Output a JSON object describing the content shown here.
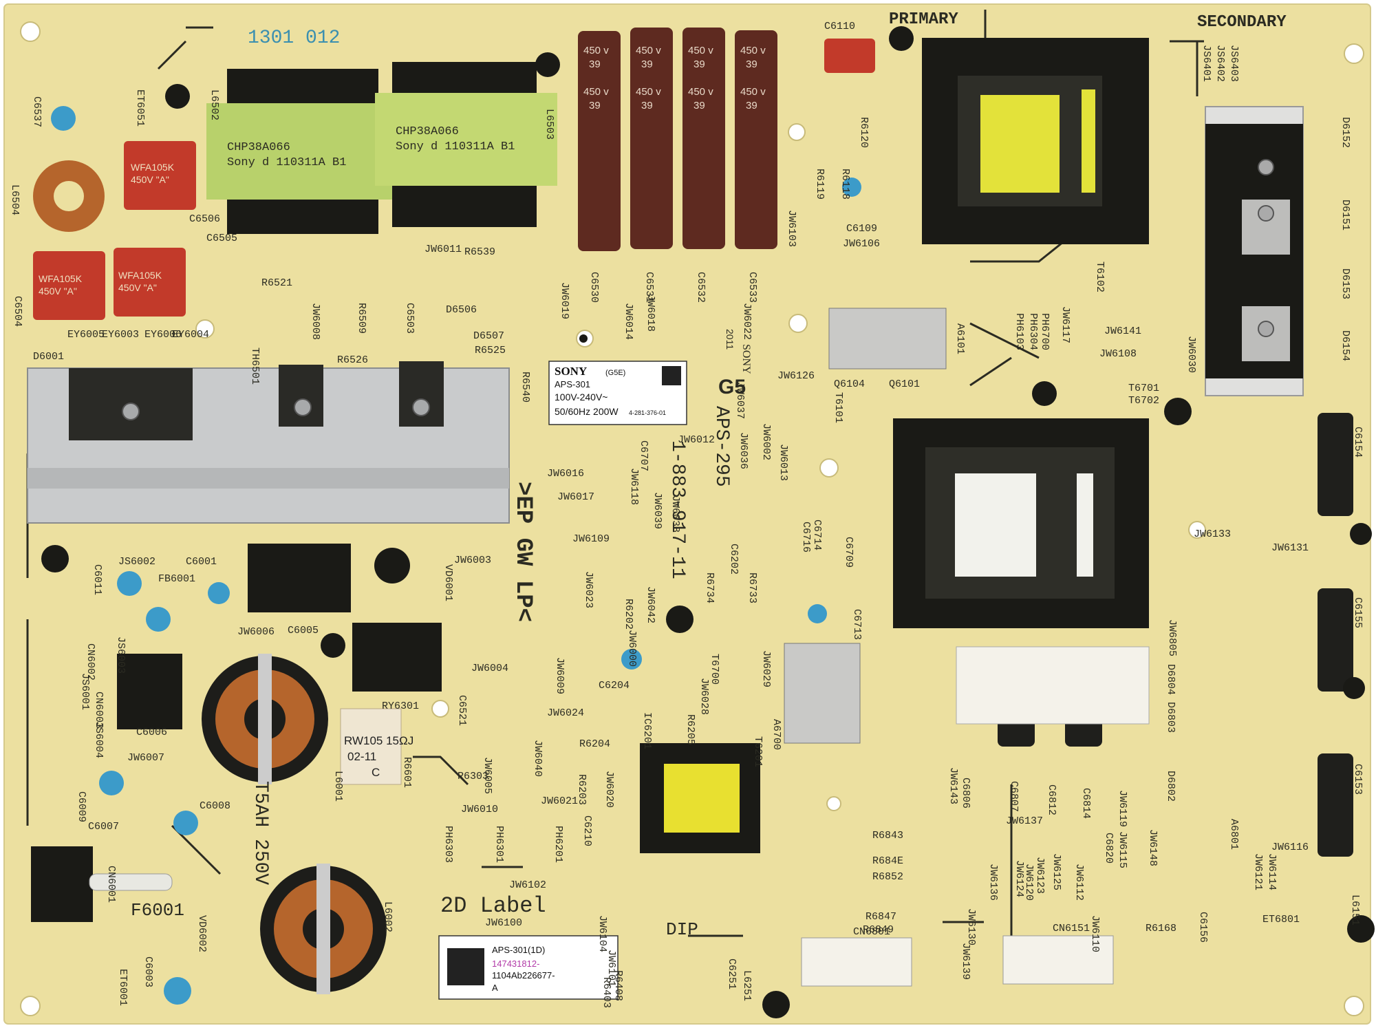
{
  "board": {
    "lot_stamp": "1301 012",
    "side_primary": "PRIMARY",
    "side_secondary": "SECONDARY",
    "model_vertical": "APS-295",
    "part_vertical": "1-883-917-11",
    "flow_text": ">EP GW LP<",
    "label_2d": "2D Label",
    "dip": "DIP",
    "fuse_id": "F6001",
    "fuse_rating": "T5AH 250V",
    "year": "2011",
    "g5": "G5",
    "sony_side": "SONY"
  },
  "transformers": [
    {
      "line1": "CHP38A066",
      "line2": "Sony d 110311A B1"
    },
    {
      "line1": "CHP38A066",
      "line2": "Sony d 110311A B1"
    }
  ],
  "caps_big": {
    "v": "450 v",
    "uf": "39"
  },
  "film_caps": [
    {
      "line1": "WFA105K",
      "line2": "450V \"A\""
    },
    {
      "line1": "WFA105K",
      "line2": "450V \"A\""
    },
    {
      "line1": "WFA105K",
      "line2": "450V \"A\""
    }
  ],
  "rating_label": {
    "brand": "SONY",
    "code": "(G5E)",
    "model": "APS-301",
    "voltage": "100V-240V~",
    "power": "50/60Hz 200W",
    "part_no": "4-281-376-01"
  },
  "barcode_label": {
    "model": "APS-301(1D)",
    "number": "147431812-",
    "serial": "1104Ab226677-",
    "suffix": "A"
  },
  "resistor": {
    "line1": "RW105 15ΩJ",
    "line2": "02-11",
    "line3": "C"
  },
  "refs": [
    "C6537",
    "C6506",
    "C6505",
    "C6504",
    "L6504",
    "L6502",
    "L6503",
    "ET6051",
    "JW6011",
    "R6521",
    "R6539",
    "D6506",
    "D6507",
    "R6526",
    "R6525",
    "R6540",
    "D6001",
    "EY6005",
    "EY6003",
    "EY6006",
    "EY6004",
    "TH6501",
    "JW6008",
    "R6509",
    "C6503",
    "JW6019",
    "JW6014",
    "JW6018",
    "C6530",
    "C6531",
    "C6532",
    "C6533",
    "JW6103",
    "JW6022",
    "C6110",
    "R6120",
    "R6119",
    "R6118",
    "C6109",
    "JW6106",
    "Q6104",
    "Q6101",
    "A6101",
    "PH6103",
    "PH6304",
    "PH6700",
    "JW6117",
    "JW6141",
    "JW6108",
    "T6102",
    "T6101",
    "T6701",
    "T6702",
    "JW6030",
    "JW6037",
    "JW6126",
    "JW6036",
    "JW6002",
    "JW6013",
    "JW6012",
    "C6707",
    "JW6016",
    "JW6017",
    "JW6118",
    "JW6039",
    "JW6038",
    "JW6109",
    "JW6023",
    "R6202",
    "JW6042",
    "JW6000",
    "R6734",
    "R6733",
    "C6716",
    "C6714",
    "C6709",
    "C6713",
    "C6202",
    "JW6003",
    "VD6001",
    "JS6002",
    "C6001",
    "C6011",
    "FB6001",
    "JW6006",
    "C6005",
    "JS6003",
    "JS6001",
    "CN6002",
    "CN6003",
    "C6006",
    "RY6301",
    "JW6004",
    "JW6009",
    "C6204",
    "JW6024",
    "C6521",
    "JW6040",
    "JW6005",
    "IC6201",
    "R6205",
    "JW6028",
    "T6700",
    "JW6029",
    "A6700",
    "R6204",
    "R6303",
    "R6203",
    "JW6020",
    "JW6021",
    "JW6010",
    "PH6303",
    "PH6301",
    "PH6201",
    "JW6102",
    "JW6100",
    "JW6104",
    "JW6101",
    "R6408",
    "R6403",
    "C6251",
    "L6251",
    "T6201",
    "C6210",
    "R6843",
    "R684E",
    "R6852",
    "R6847",
    "R6849",
    "CN6801",
    "JW6139",
    "JW6136",
    "JW6130",
    "JW6124",
    "JW6123",
    "JW6120",
    "JW6125",
    "JW6112",
    "CN6151",
    "JW6110",
    "R6168",
    "JW6143",
    "C6806",
    "C6807",
    "C6812",
    "C6814",
    "JW6119",
    "JW6115",
    "JW6148",
    "C6820",
    "JW6137",
    "D6802",
    "D6803",
    "D6804",
    "JW6805",
    "A6801",
    "JW6121",
    "JW6114",
    "JW6116",
    "L6151",
    "C6156",
    "ET6801",
    "C6154",
    "C6155",
    "C6153",
    "JW6131",
    "JW6133",
    "JS6401",
    "JS6402",
    "JS6403",
    "D6151",
    "D6152",
    "D6153",
    "D6154",
    "C6008",
    "C6007",
    "C6009",
    "JW6007",
    "L6001",
    "L6002",
    "VD6002",
    "C6003",
    "ET6001",
    "CN6001",
    "R6601",
    "JS6004"
  ]
}
